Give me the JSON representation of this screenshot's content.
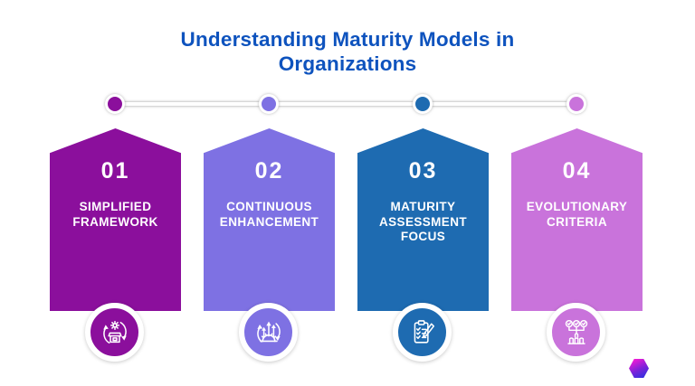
{
  "title": {
    "line1": "Understanding Maturity Models in",
    "line2": "Organizations",
    "color": "#0E53BE"
  },
  "timeline": {
    "dot_colors": [
      "#8B0F9C",
      "#7E71E3",
      "#1E6BB1",
      "#C973DB"
    ]
  },
  "steps": [
    {
      "number": "01",
      "label": "SIMPLIFIED FRAMEWORK",
      "color": "#8B0F9C",
      "icon": "process-cycle-gear-product-icon"
    },
    {
      "number": "02",
      "label": "CONTINUOUS ENHANCEMENT",
      "color": "#7E71E3",
      "icon": "gear-growth-arrows-icon"
    },
    {
      "number": "03",
      "label": "MATURITY ASSESSMENT FOCUS",
      "color": "#1E6BB1",
      "icon": "checklist-pencil-icon"
    },
    {
      "number": "04",
      "label": "EVOLUTIONARY CRITERIA",
      "color": "#C973DB",
      "icon": "approval-hierarchy-building-icon"
    }
  ],
  "logo": {
    "shape": "hexagon",
    "gradient": [
      "#ED1BD5",
      "#3130DF"
    ]
  }
}
